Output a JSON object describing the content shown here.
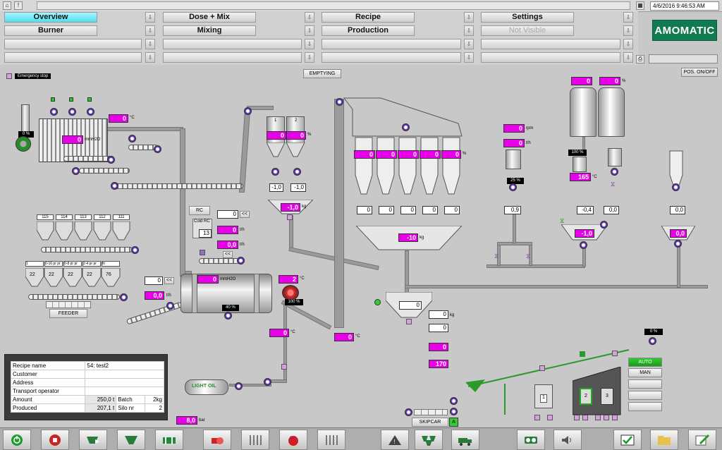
{
  "header": {
    "datetime": "4/6/2016 9:46:53 AM",
    "logo": "AMOMATIC"
  },
  "menu": {
    "overview": "Overview",
    "dose_mix": "Dose + Mix",
    "recipe": "Recipe",
    "settings": "Settings",
    "burner": "Burner",
    "mixing": "Mixing",
    "production": "Production",
    "not_visible": "Not Visible"
  },
  "controls": {
    "emergency_stop": "Emergency stop",
    "emptying": "EMPTYING",
    "pos_onoff": "POS. ON/OFF",
    "feeder": "FEEDER",
    "skipcar": "SKIPCAR",
    "rc": "RC",
    "cold_rc": "Cold RC",
    "light_oil": "LIGHT OIL",
    "auto": "AUTO",
    "man": "MAN",
    "a_label": "A"
  },
  "values": {
    "burner_pct": "0 %",
    "burner_temp": "0",
    "burner_mmh2o": "0",
    "dust_silo1": "0",
    "dust_silo2": "0",
    "dust_w1": "-1,0",
    "dust_w2": "-1,0",
    "dust_scale": "-1,0",
    "feeder_val": "0",
    "feeder_pct": "0,0",
    "rc_val": "0",
    "rc_col": "13",
    "rc_tph1": "0",
    "rc_tph2": "0,0",
    "drum_mmh2o": "0",
    "drum_pct": "40 %",
    "drum_temp": "2",
    "burner_pct2": "100 %",
    "exit_temp": "0",
    "elev_temp": "0",
    "hot_bins": [
      "0",
      "0",
      "0",
      "0",
      "0"
    ],
    "hot_bins_w": [
      "0",
      "0",
      "0",
      "0",
      "0"
    ],
    "agg_scale": "-10",
    "mix_scale": "0",
    "mix_w1": "0",
    "mix_w2": "0",
    "mix_a": "0",
    "mix_b": "170",
    "add_rpm": "0",
    "add_val": "0",
    "add_pct": "25 %",
    "add_w": "0,9",
    "bit_tank1": "0",
    "bit_tank2": "0",
    "bit_pct": "100 %",
    "bit_temp": "165",
    "bit_w1": "-0,4",
    "bit_w2": "0,0",
    "bit_scale": "-1,0",
    "filler_w": "0,0",
    "filler_scale": "0,0",
    "light_oil_val": "8,0",
    "skip_pct": "0 %",
    "cold_labels": [
      "115",
      "114",
      "113",
      "112",
      "111"
    ],
    "cold_vals": [
      "22",
      "22",
      "22",
      "22",
      "76"
    ],
    "cold_hdr": [
      "1",
      "0-16 pr pr",
      "0-8 pr pr",
      "2-4 pr pr",
      "fir"
    ]
  },
  "units": {
    "celsius": "°C",
    "pct": "%",
    "tph": "t/h",
    "kg": "kg",
    "mmh2o": "mmH2O",
    "rpm": "rpm",
    "bar": "bar"
  },
  "recipe": {
    "rows": [
      {
        "label": "Recipe name",
        "value": "54: test2"
      },
      {
        "label": "Customer",
        "value": ""
      },
      {
        "label": "Address",
        "value": ""
      },
      {
        "label": "Transport operator",
        "value": ""
      }
    ],
    "amount_label": "Amount",
    "amount_value": "250,0",
    "amount_unit": "t",
    "batch_label": "Batch",
    "batch_value": "2kg",
    "produced_label": "Produced",
    "produced_value": "207,1",
    "produced_unit": "t",
    "silo_label": "Silo nr",
    "silo_value": "2"
  },
  "toolbar": [
    "power-icon",
    "stop-icon",
    "conveyor-icon",
    "cone-icon",
    "drum-icon",
    "burner-icon",
    "filter-icon",
    "rc-icon",
    "mixer-icon",
    "warning-icon",
    "bins-icon",
    "truck-icon",
    "tape-icon",
    "volume-icon",
    "check-icon",
    "folder-icon",
    "edit-icon"
  ],
  "colors": {
    "accent_magenta": "#e800e8",
    "logo_green": "#127a50",
    "active_tab": "#4fe0f2"
  }
}
